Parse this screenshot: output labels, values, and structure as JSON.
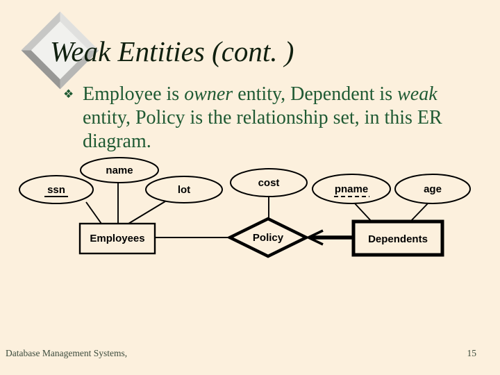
{
  "slide": {
    "title": "Weak Entities (cont. )",
    "bullet_icon": "❖",
    "bullet_segments": [
      {
        "text": "Employee is "
      },
      {
        "text": "owner",
        "italic": true
      },
      {
        "text": " entity, Dependent is "
      },
      {
        "text": "weak",
        "italic": true
      },
      {
        "break": true
      },
      {
        "text": "entity, Policy is the relationship set, in this ER"
      },
      {
        "break": true
      },
      {
        "text": "diagram."
      }
    ],
    "footer_left": "Database Management Systems,",
    "page_number": "15"
  },
  "colors": {
    "background": "#fcf0dd",
    "body_text_green": "#1f5a33",
    "diagram_ink": "#000000",
    "footer_text": "#3c4b3c"
  },
  "diagram": {
    "attributes": [
      {
        "label": "name",
        "underline": "none"
      },
      {
        "label": "ssn",
        "underline": "solid"
      },
      {
        "label": "lot",
        "underline": "none"
      },
      {
        "label": "cost",
        "underline": "none"
      },
      {
        "label": "pname",
        "underline": "dashed"
      },
      {
        "label": "age",
        "underline": "none"
      }
    ],
    "entities": [
      {
        "label": "Employees",
        "weak": false
      },
      {
        "label": "Dependents",
        "weak": true
      }
    ],
    "relationships": [
      {
        "label": "Policy"
      }
    ]
  }
}
